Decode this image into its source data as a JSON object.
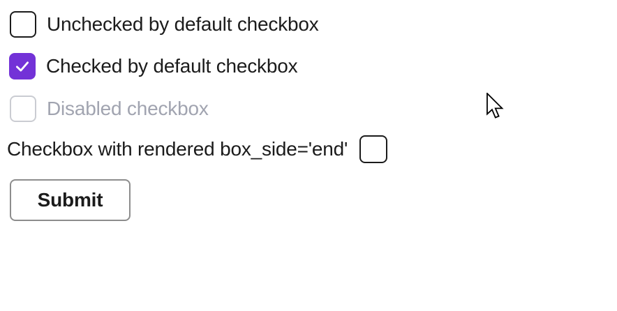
{
  "window": {
    "background": "#ffffff"
  },
  "colors": {
    "accent_purple": "#7332d7",
    "checkbox_border": "#1b1b1b",
    "disabled_border": "#caccd2",
    "disabled_text": "#a1a4b0",
    "button_border": "#8d8d8d",
    "text": "#1b1b1b"
  },
  "checkboxes": [
    {
      "label": "Unchecked by default checkbox",
      "checked": false,
      "enabled": true,
      "box_side": "start"
    },
    {
      "label": "Checked by default checkbox",
      "checked": true,
      "enabled": true,
      "box_side": "start"
    },
    {
      "label": "Disabled checkbox",
      "checked": false,
      "enabled": false,
      "box_side": "start"
    },
    {
      "label": "Checkbox with rendered box_side='end'",
      "checked": false,
      "enabled": true,
      "box_side": "end"
    }
  ],
  "button": {
    "label": "Submit"
  },
  "icons": {
    "checked_checkbox": "checkmark-icon",
    "pointer": "arrow-cursor-icon"
  }
}
